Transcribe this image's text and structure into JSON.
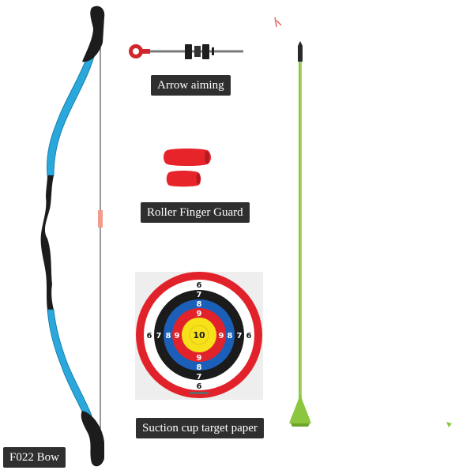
{
  "labels": {
    "arrow_aiming": "Arrow aiming",
    "finger_guard": "Roller Finger Guard",
    "target_paper": "Suction cup target paper",
    "bow": "F022 Bow"
  },
  "target": {
    "center": "10",
    "ring_9": "9",
    "ring_8": "8",
    "ring_7": "7",
    "ring_6": "6"
  },
  "colors": {
    "bow_limb": "#2aa8dc",
    "bow_grip": "#1c1c1c",
    "arrow_shaft": "#8cc63f",
    "finger_guard": "#e8242b",
    "target_red": "#e1222a",
    "target_blue": "#1b5fb8",
    "target_yellow": "#f7e21a",
    "target_black": "#1b1b1b",
    "label_bg": "#2f2f2f"
  }
}
